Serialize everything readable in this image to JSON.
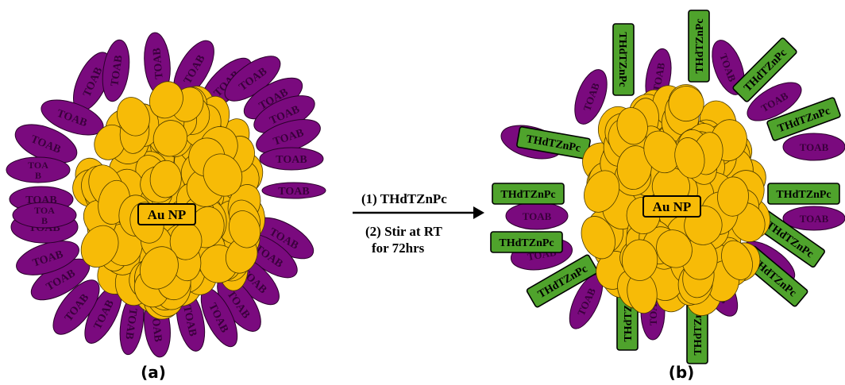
{
  "colors": {
    "gold": "#f7bb07",
    "gold_stroke": "#4a3a00",
    "purple": "#7a0a7e",
    "purple_text": "#3a003c",
    "green": "#4fa32c",
    "green_text": "#000000"
  },
  "panel_a": {
    "core_label": "Au NP",
    "ligand_label": "TOAB",
    "caption": "(a)",
    "split_label_top": "TOA",
    "split_label_bottom": "B"
  },
  "panel_b": {
    "core_label": "Au NP",
    "toab_label": "TOAB",
    "dye_label": "THdTZnPc",
    "caption": "(b)"
  },
  "reaction": {
    "step1": "(1) THdTZnPc",
    "step2_line1": "(2) Stir at RT",
    "step2_line2": "for 72hrs"
  }
}
